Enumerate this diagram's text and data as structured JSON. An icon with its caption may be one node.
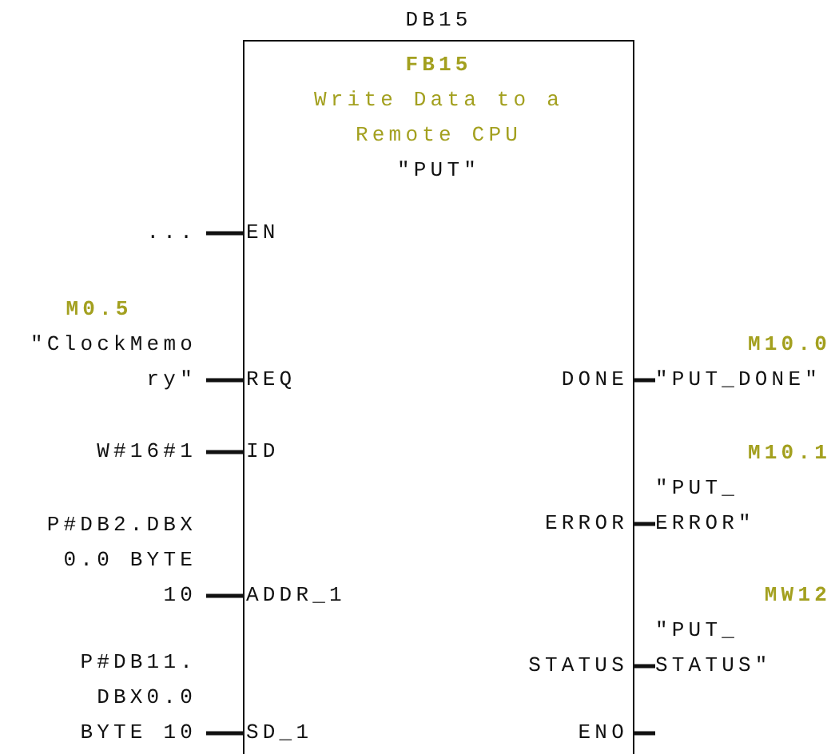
{
  "diagram": {
    "nodes": [
      {
        "text": [
          "DB15",
          "FB15",
          "Write Data to a Remote CPU",
          "\"PUT\""
        ]
      },
      {
        "text": [
          "EN"
        ],
        "in": 0
      },
      {
        "text": [
          "REQ"
        ],
        "in": 0
      },
      {
        "text": [
          "ID"
        ],
        "in": 0
      },
      {
        "text": [
          "ADDR_1"
        ],
        "in": 0
      },
      {
        "text": [
          "SD_1"
        ],
        "in": 0
      },
      {
        "text": [
          "DONE"
        ],
        "in": 0
      },
      {
        "text": [
          "ERROR"
        ],
        "in": 0
      },
      {
        "text": [
          "STATUS"
        ],
        "in": 0
      },
      {
        "text": [
          "ENO"
        ],
        "in": 0
      },
      {
        "text": [
          "..."
        ]
      },
      {
        "text": [
          "M0.5",
          "\"ClockMemo ry\""
        ]
      },
      {
        "text": [
          "W#16#1"
        ]
      },
      {
        "text": [
          "P#DB2.DBX 0.0 BYTE 10"
        ]
      },
      {
        "text": [
          "P#DB11. DBX0.0 BYTE 10"
        ]
      },
      {
        "text": [
          "M10.0",
          "\"PUT_DONE\""
        ]
      },
      {
        "text": [
          "M10.1",
          "\"PUT_ ERROR\""
        ]
      },
      {
        "text": [
          "MW12",
          "\"PUT_ STATUS\""
        ]
      }
    ],
    "edges": [
      {
        "from": 10,
        "to": 1,
        "arrow": "none"
      },
      {
        "from": 11,
        "to": 2,
        "arrow": "none"
      },
      {
        "from": 12,
        "to": 3,
        "arrow": "none"
      },
      {
        "from": 13,
        "to": 4,
        "arrow": "none"
      },
      {
        "from": 14,
        "to": 5,
        "arrow": "none"
      },
      {
        "from": 6,
        "to": 15,
        "arrow": "none"
      },
      {
        "from": 7,
        "to": 16,
        "arrow": "none"
      },
      {
        "from": 8,
        "to": 17,
        "arrow": "none"
      },
      {
        "from": 9,
        "to": null,
        "arrow": "none"
      }
    ]
  }
}
